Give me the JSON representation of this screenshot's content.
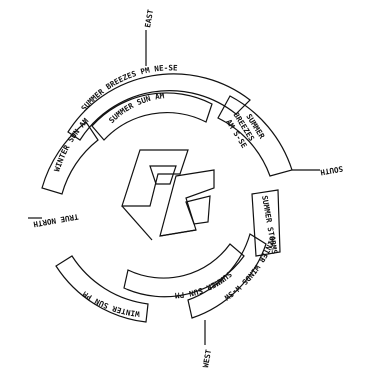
{
  "compass": {
    "east": "EAST",
    "south": "SOUTH",
    "west": "WEST",
    "true_north": "TRUE NORTH"
  },
  "segments": {
    "summer_breezes_pm": "SUMMER BREEZES PM NE-SE",
    "summer_sun_am": "SUMMER SUN AM",
    "winter_sun_am": "WINTER SUN AM",
    "summer_breezes_am_line1": "SUMMER",
    "summer_breezes_am_line2": "BREEZES",
    "summer_breezes_am_line3": "AM S-SE",
    "summer_storms": "SUMMER STORMS",
    "winter_winds": "WINTER WINDS W-SW",
    "summer_sun_pm": "SUMMER SUN PM",
    "winter_sun_pm": "WINTER SUN PM"
  }
}
